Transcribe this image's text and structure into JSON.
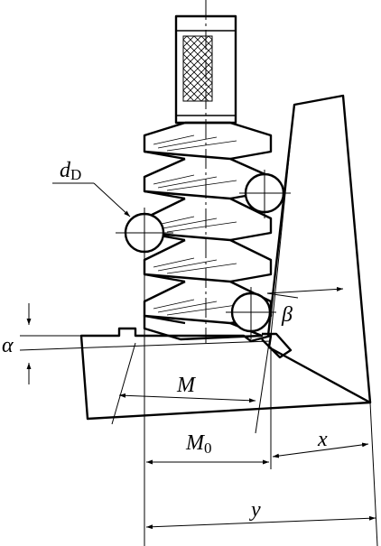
{
  "labels": {
    "dD": {
      "main": "d",
      "sub": "D"
    },
    "beta": "β",
    "alpha": "α",
    "M": "M",
    "M0": {
      "main": "M",
      "sub": "0"
    },
    "x": "x",
    "y": "y"
  }
}
